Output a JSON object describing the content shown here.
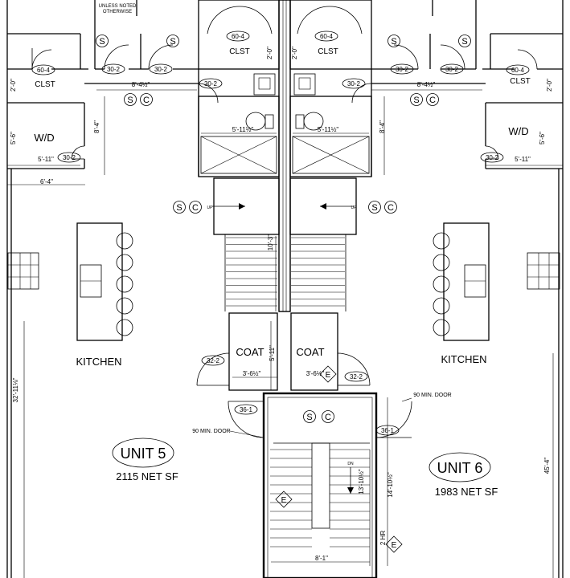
{
  "notes": {
    "top": "UNLESS NOTED",
    "top2": "OTHERWISE"
  },
  "units": [
    {
      "name": "UNIT 5",
      "area": "2115 NET SF"
    },
    {
      "name": "UNIT 6",
      "area: ": "",
      "area": "1983 NET SF"
    }
  ],
  "rooms": {
    "clst": "CLST",
    "wd": "W/D",
    "kitchen": "KITCHEN",
    "coat": "COAT"
  },
  "doors": {
    "d60": "60-4",
    "d30": "30-2",
    "d32": "32-2",
    "d36": "36-1"
  },
  "dims": {
    "d2_0": "2'-0\"",
    "d8_4h": "8'-4½\"",
    "d8_4": "8'-4\"",
    "d5_6": "5'-6\"",
    "d5_11h": "5'-11½\"",
    "d5_11": "5'-11\"",
    "d6_4": "6'-4\"",
    "d10_3": "10'-3\"",
    "d3_6h": "3'-6½\"",
    "d5_11b": "5'-11\"",
    "d32_11": "32'-11⅛\"",
    "d45_4": "45'-4\"",
    "d13_10": "13'-10½\"",
    "d14_10": "14'-10½\"",
    "d8_1": "8'-1\"",
    "hr": "2 HR",
    "up": "UP",
    "dn": "DN"
  },
  "callouts": {
    "min_door": "90 MIN. DOOR"
  },
  "symbols": {
    "s": "S",
    "c": "C",
    "e": "E"
  }
}
